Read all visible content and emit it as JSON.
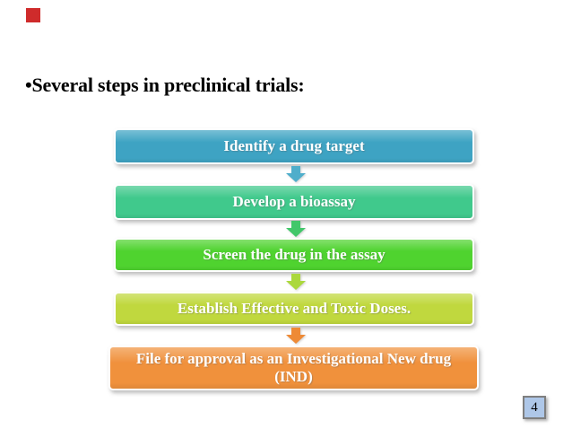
{
  "slide": {
    "red_square": {
      "color": "#cf2b2b"
    },
    "title": {
      "text": "•Several steps in preclinical trials:",
      "color": "#000000"
    },
    "flow": {
      "text_color": "#ffffff",
      "steps": [
        {
          "label": "Identify a drug target",
          "fill": "#3ea3c3"
        },
        {
          "label": "Develop a bioassay",
          "fill": "#40c98c"
        },
        {
          "label": "Screen the drug in the assay",
          "fill": "#4fd32f"
        },
        {
          "label": "Establish Effective and Toxic Doses.",
          "fill": "#c0d83e"
        },
        {
          "label": "File for approval as an Investigational New drug (IND)",
          "fill": "#f0913c"
        }
      ],
      "arrows": [
        {
          "fill": "#4faecb"
        },
        {
          "fill": "#42c76a"
        },
        {
          "fill": "#abd83c"
        },
        {
          "fill": "#ee8a36"
        }
      ]
    },
    "page_number": {
      "text": "4",
      "fill": "#aec7e8",
      "border_color": "#7f7f7f"
    }
  }
}
